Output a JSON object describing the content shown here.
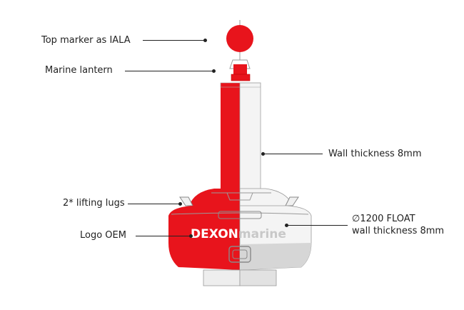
{
  "labels": {
    "top_marker": "Top marker as IALA",
    "lantern": "Marine lantern",
    "wall": "Wall thickness 8mm",
    "lugs": "2* lifting lugs",
    "logo": "Logo OEM",
    "float_line1": "∅1200 FLOAT",
    "float_line2": "wall thickness 8mm"
  },
  "brand": {
    "part1": "DEXON",
    "part2": "marine"
  },
  "colors": {
    "red": "#e8141c",
    "red_dark": "#c80f16",
    "white": "#f4f4f4",
    "grey": "#d6d6d6",
    "outline": "#8a8a8a"
  }
}
